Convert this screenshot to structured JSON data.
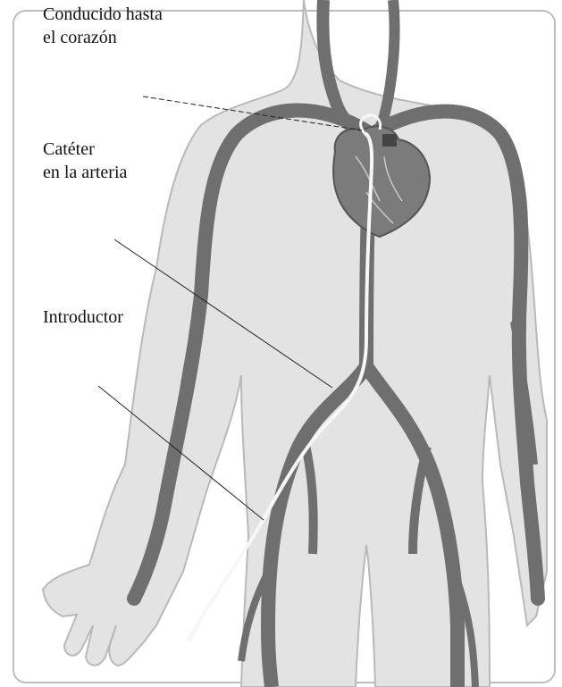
{
  "labels": {
    "heart": "Conducido hasta\nel corazón",
    "catheter": "Catéter\nen la arteria",
    "introducer": "Introductor"
  },
  "colors": {
    "body": "#e3e3e3",
    "body_outline": "#b9b9b9",
    "vessel": "#6f6f6f",
    "heart": "#7b7b7b",
    "catheter": "#f7f7f7",
    "leader": "#222222",
    "frame": "#bdbdbd"
  }
}
